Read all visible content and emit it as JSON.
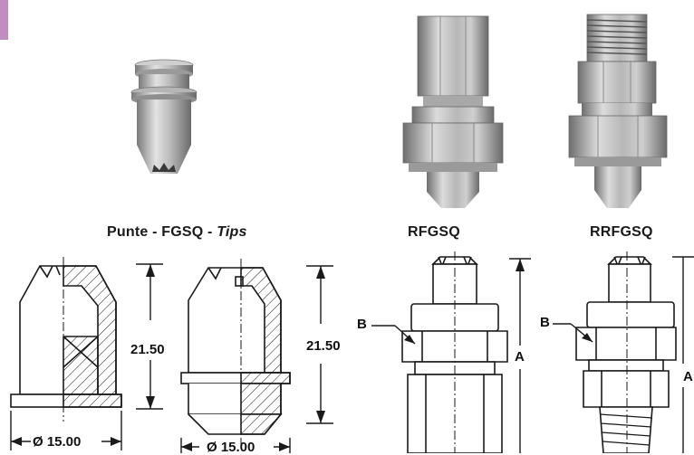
{
  "colors": {
    "accent": "#c28cc0",
    "metal_light": "#d8d8d8",
    "metal_mid": "#a9a9a9",
    "metal_dark": "#6e6e6e",
    "line": "#1a1a1a"
  },
  "captions": {
    "tips_prefix": "Punte - FGSQ - ",
    "tips_italic": "Tips",
    "rfgsq": "RFGSQ",
    "rrfgsq": "RRFGSQ"
  },
  "dimensions": {
    "tip1_height": "21.50",
    "tip1_diameter": "Ø 15.00",
    "tip2_height": "21.50",
    "tip2_diameter": "Ø 15.00",
    "rfgsq_b": "B",
    "rfgsq_a": "A",
    "rrfgsq_b": "B",
    "rrfgsq_a": "A"
  },
  "icons": {
    "photo_tip": "nozzle-tip-photo",
    "photo_rfgsq": "rfgsq-nozzle-photo",
    "photo_rrfgsq": "rrfgsq-nozzle-photo"
  }
}
